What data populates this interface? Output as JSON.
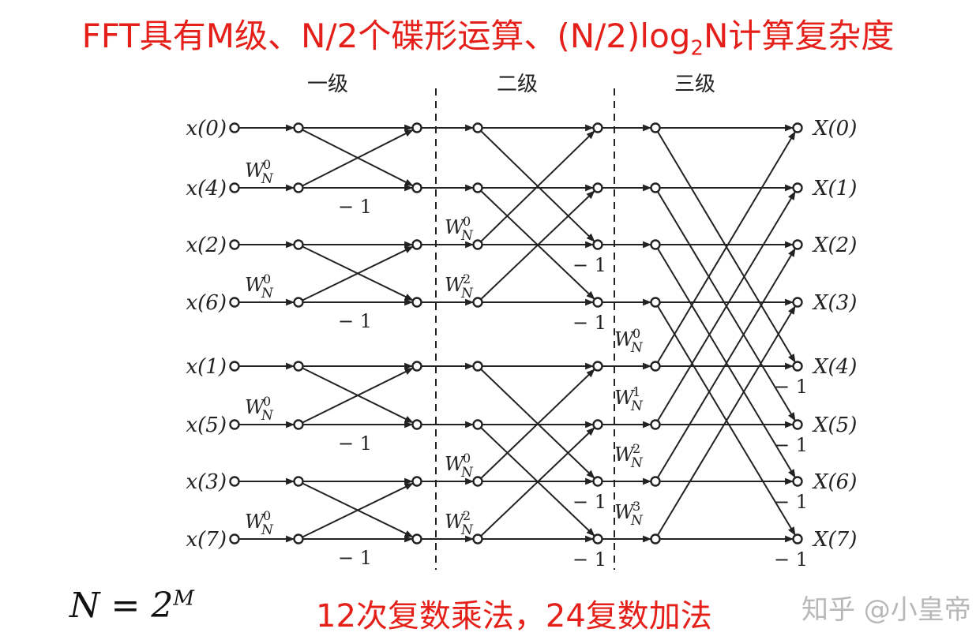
{
  "title": {
    "prefix": "FFT具有M级、N/2个碟形运算、(N/2)log",
    "sub": "2",
    "suffix": "N计算复杂度"
  },
  "stages": [
    "一级",
    "二级",
    "三级"
  ],
  "inputs": [
    "x(0)",
    "x(4)",
    "x(2)",
    "x(6)",
    "x(1)",
    "x(5)",
    "x(3)",
    "x(7)"
  ],
  "outputs": [
    "X(0)",
    "X(1)",
    "X(2)",
    "X(3)",
    "X(4)",
    "X(5)",
    "X(6)",
    "X(7)"
  ],
  "twiddle": {
    "base": "W",
    "sub": "N"
  },
  "stage1_twiddles": [
    "0",
    "0",
    "0",
    "0"
  ],
  "stage2_twiddles": [
    "0",
    "2",
    "0",
    "2"
  ],
  "stage3_twiddles": [
    "0",
    "1",
    "2",
    "3"
  ],
  "minus_one": "− 1",
  "formula": {
    "lhs": "N = 2",
    "exp": "M"
  },
  "complexity_note": "12次复数乘法，24复数加法",
  "watermark": "知乎 @小皇帝",
  "colors": {
    "title": "#e5201a",
    "ink": "#222222"
  }
}
